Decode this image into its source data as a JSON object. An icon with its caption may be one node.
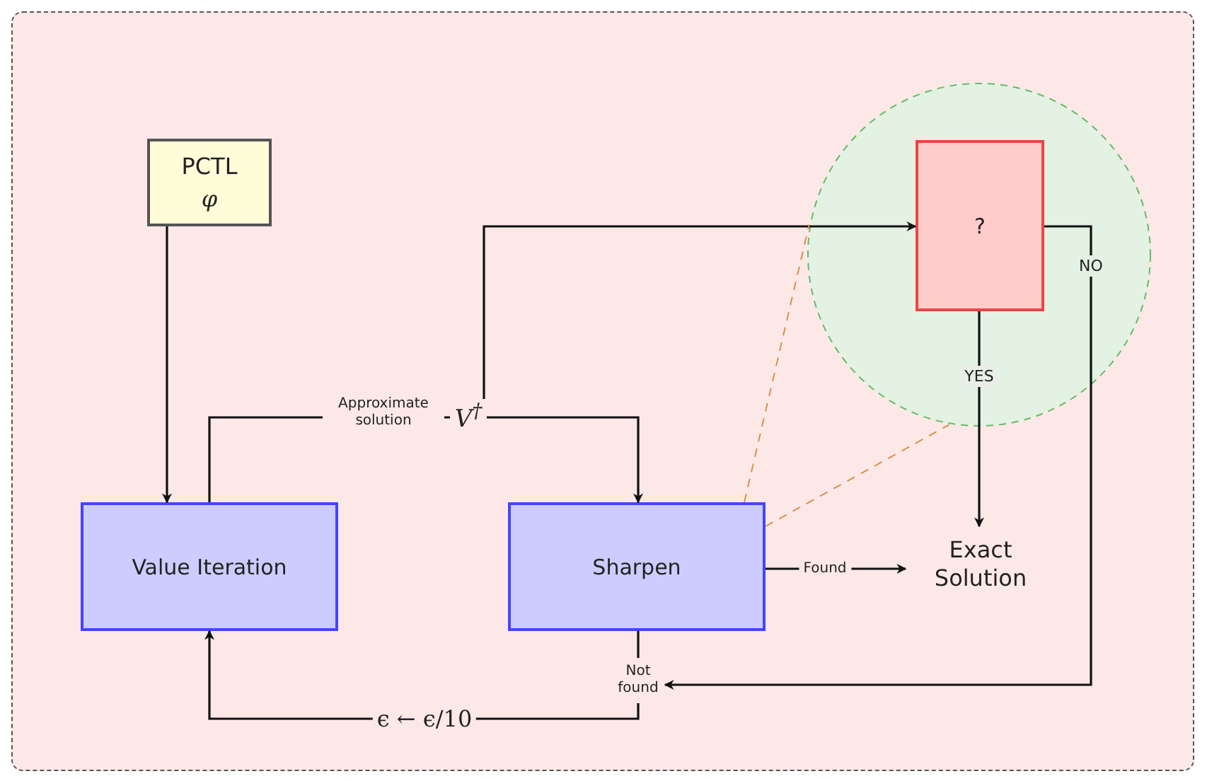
{
  "diagram": {
    "nodes": [
      {
        "text": [
          "PCTL",
          "φ"
        ]
      },
      {
        "text": [],
        "shape": "circle"
      },
      {
        "text": [
          "?"
        ],
        "in": 1
      },
      {
        "text": [
          "V$^{†}$"
        ],
        "beside": [
          "Approximate solution"
        ]
      },
      {
        "text": [
          "Value Iteration"
        ]
      },
      {
        "text": [
          "Sharpen"
        ]
      },
      {
        "text": [
          "Exact Solution"
        ]
      },
      {
        "text": [
          "Not found"
        ]
      }
    ],
    "edges": [
      {
        "from": 0,
        "to": 4,
        "arrow": "to"
      },
      {
        "from": 4,
        "to": 3,
        "arrow": "none"
      },
      {
        "from": 3,
        "to": 5,
        "arrow": "to"
      },
      {
        "from": 3,
        "to": 2,
        "arrow": "to"
      },
      {
        "from": 2,
        "to": 6,
        "arrow": "to",
        "label": "YES"
      },
      {
        "from": 2,
        "to": 7,
        "arrow": "to",
        "label": "NO"
      },
      {
        "from": 5,
        "to": 6,
        "arrow": "to",
        "label": "Found"
      },
      {
        "from": 5,
        "to": 1,
        "arrow": "none",
        "style": "dashed",
        "color": "#d9904a"
      },
      {
        "from": 5,
        "to": 1,
        "arrow": "none",
        "style": "dashed",
        "color": "#d9904a"
      },
      {
        "from": 5,
        "to": 7,
        "arrow": "none"
      },
      {
        "from": 7,
        "to": 4,
        "arrow": "to",
        "label": "ϵ ← ϵ/10"
      }
    ]
  }
}
